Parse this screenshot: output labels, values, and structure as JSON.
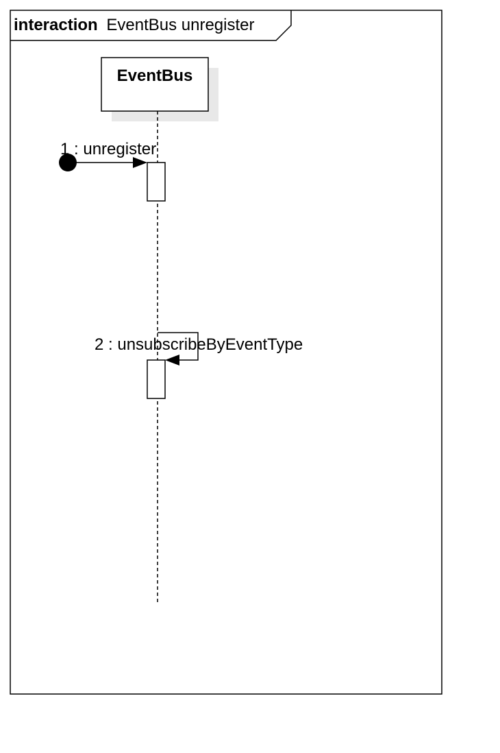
{
  "frame": {
    "keyword": "interaction",
    "name": "EventBus unregister"
  },
  "lifeline": {
    "name": "EventBus"
  },
  "messages": [
    {
      "label": "1 : unregister",
      "kind": "found-message"
    },
    {
      "label": "2 : unsubscribeByEventType",
      "kind": "self-message"
    }
  ]
}
